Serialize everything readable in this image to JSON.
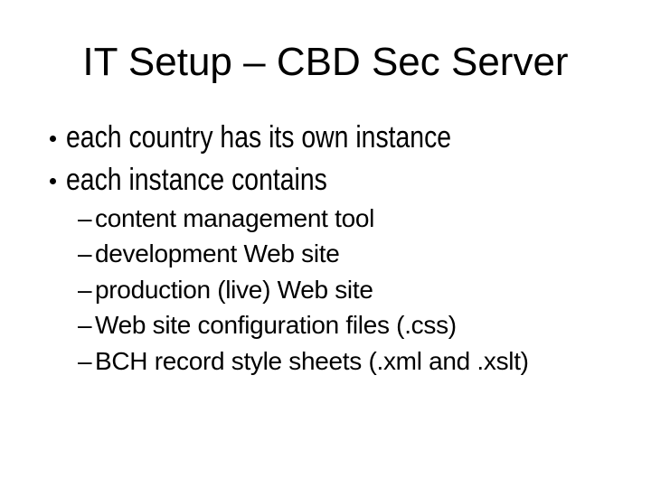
{
  "slide": {
    "title": "IT Setup – CBD Sec Server",
    "level1_bullets": [
      "each country has its own instance",
      "each instance contains"
    ],
    "level2_bullets": [
      "content management tool",
      "development Web site",
      "production (live) Web site",
      "Web site configuration files (.css)",
      "BCH record style sheets (.xml and .xslt)"
    ]
  },
  "glyphs": {
    "bullet_dot": "•",
    "sub_bullet_dash": "–"
  },
  "colors": {
    "background": "#ffffff",
    "text": "#000000"
  }
}
